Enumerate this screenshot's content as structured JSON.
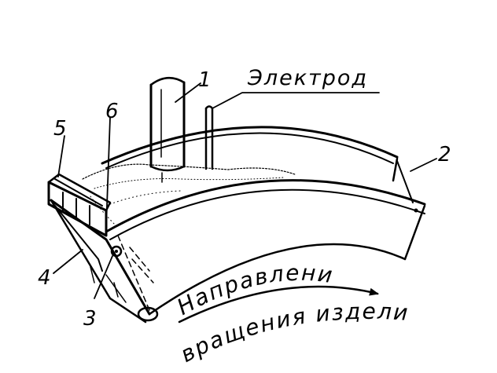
{
  "labels": {
    "electrode": "Электрод",
    "direction_line1": "Направление",
    "direction_line2": "вращения изделия",
    "num_1": "1",
    "num_2": "2",
    "num_3": "3",
    "num_4": "4",
    "num_5": "5",
    "num_6": "6"
  },
  "colors": {
    "ink": "#000000",
    "paper": "#ffffff"
  }
}
